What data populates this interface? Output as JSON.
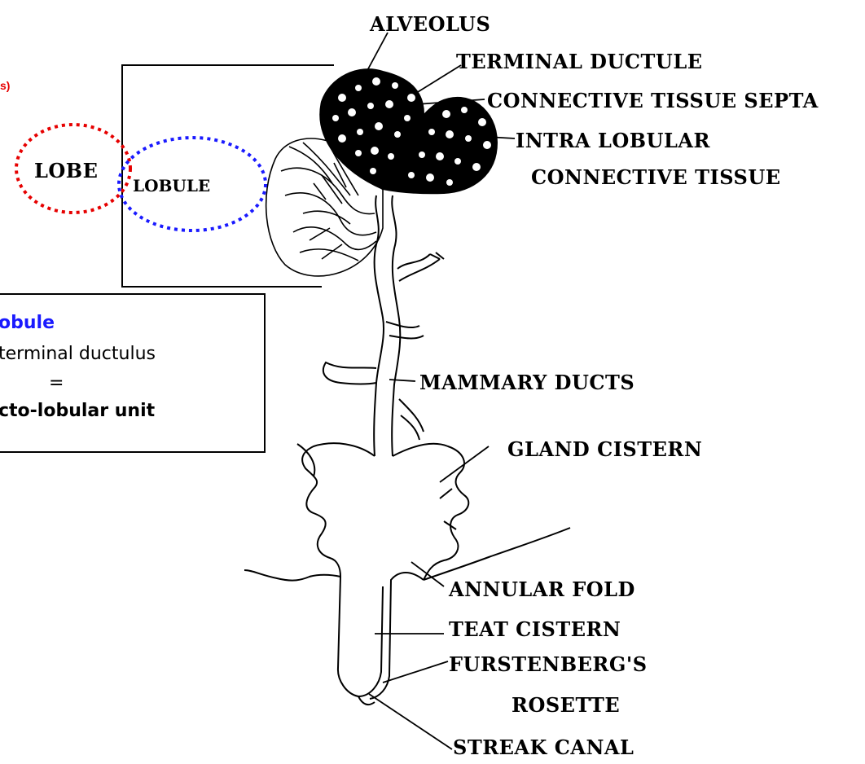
{
  "labels": {
    "alveolus": "ALVEOLUS",
    "terminal_ductule": "TERMINAL DUCTULE",
    "connective_tissue_septa": "CONNECTIVE TISSUE SEPTA",
    "intra_lobular_1": "INTRA LOBULAR",
    "intra_lobular_2": "CONNECTIVE TISSUE",
    "lobe": "LOBE",
    "lobule": "LOBULE",
    "mammary_ducts": "MAMMARY DUCTS",
    "gland_cistern": "GLAND CISTERN",
    "annular_fold": "ANNULAR FOLD",
    "teat_cistern": "TEAT CISTERN",
    "furstenberg_1": "FURSTENBERG'S",
    "furstenberg_2": "ROSETTE",
    "streak_canal": "STREAK CANAL"
  },
  "red_note": "s)",
  "info_box": {
    "line1": "obule",
    "line2": "terminal ductulus",
    "line3": "=",
    "line4": "cto-lobular unit"
  },
  "colors": {
    "lobe_circle": "#e60000",
    "lobule_circle": "#1a1aff",
    "ink": "#000000"
  }
}
